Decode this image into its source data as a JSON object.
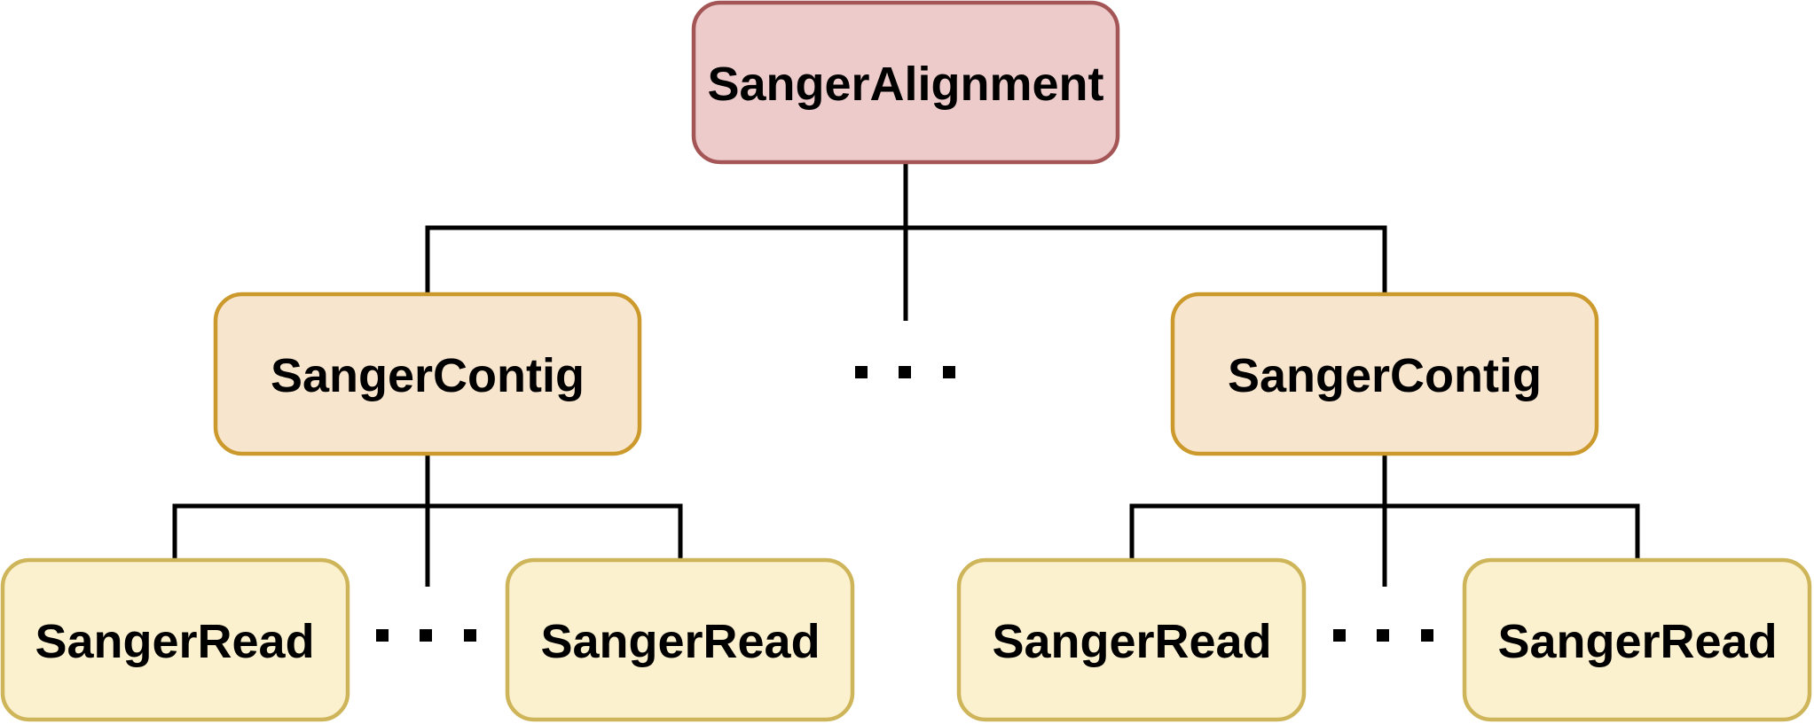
{
  "diagram": {
    "root": {
      "label": "SangerAlignment",
      "fill": "#EDCBCB",
      "stroke": "#A45555"
    },
    "contigs": [
      {
        "label": "SangerContig",
        "fill": "#F8E5CE",
        "stroke": "#CC9A2C",
        "reads": [
          {
            "label": "SangerRead"
          },
          {
            "label": "SangerRead"
          }
        ]
      },
      {
        "label": "SangerContig",
        "fill": "#F8E5CE",
        "stroke": "#CC9A2C",
        "reads": [
          {
            "label": "SangerRead"
          },
          {
            "label": "SangerRead"
          }
        ]
      }
    ],
    "read_style": {
      "fill": "#FBF1CF",
      "stroke": "#CFB55A"
    },
    "connector_color": "#000000"
  }
}
